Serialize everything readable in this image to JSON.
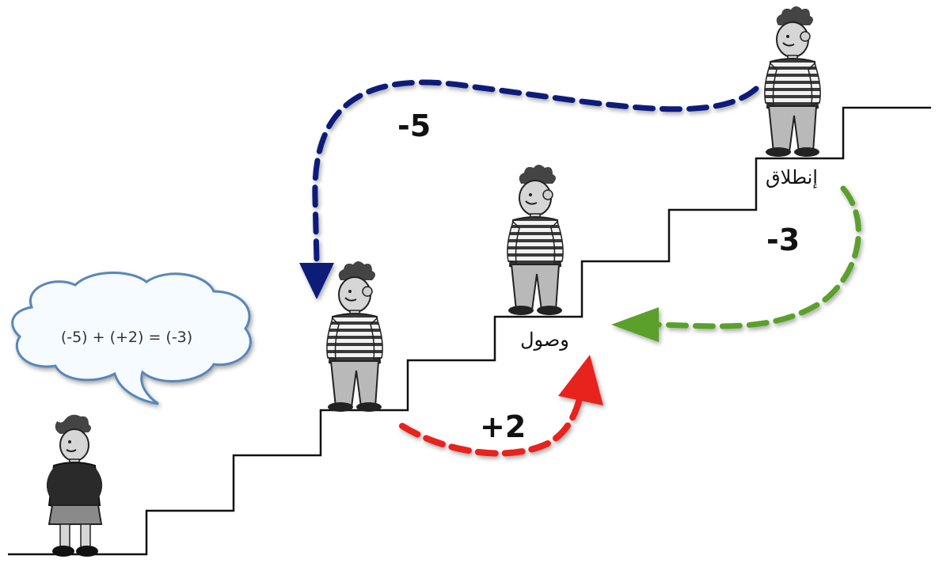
{
  "labels": {
    "start": "إنطلاق",
    "arrival": "وصول"
  },
  "moves": {
    "first": "-5",
    "second": "+2",
    "total": "-3"
  },
  "speech_bubble": {
    "equation": "(-5) + (+2) = (-3)"
  },
  "colors": {
    "move_first": "#0c1f78",
    "move_second": "#e8231f",
    "move_total": "#5aa02c",
    "stairs": "#111111",
    "bubble_border": "#5a86b8",
    "bubble_fill": "#f6fbff"
  },
  "icons": {
    "figure_start": "boy-standing-icon",
    "figure_arrival": "boy-standing-icon",
    "figure_after_first_move": "boy-standing-icon",
    "figure_speaker": "girl-standing-icon"
  }
}
